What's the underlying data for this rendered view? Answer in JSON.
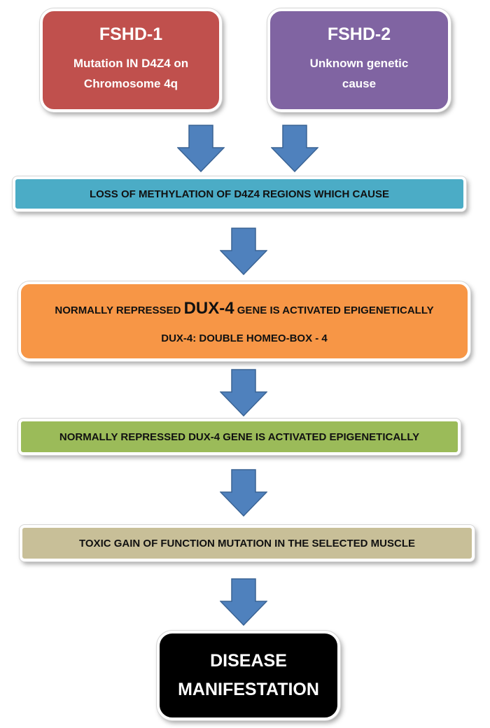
{
  "colors": {
    "fshd1": "#c0504d",
    "fshd2": "#8064a2",
    "loss": "#4bacc6",
    "dux4": "#f79646",
    "activated": "#9bbb59",
    "toxic": "#c8bf98",
    "disease": "#000000",
    "arrow": "#4f81bd"
  },
  "fshd1": {
    "title": "FSHD-1",
    "line1": "Mutation IN D4Z4 on",
    "line2": "Chromosome 4q"
  },
  "fshd2": {
    "title": "FSHD-2",
    "line1": "Unknown genetic",
    "line2": "cause"
  },
  "loss": {
    "text": "LOSS OF METHYLATION OF D4Z4 REGIONS WHICH CAUSE"
  },
  "dux4": {
    "prefix": "NORMALLY REPRESSED",
    "emphasis": "DUX-4",
    "suffix": "GENE IS ACTIVATED EPIGENETICALLY",
    "definition": "DUX-4: DOUBLE HOMEO-BOX - 4"
  },
  "activated": {
    "text": "NORMALLY REPRESSED DUX-4 GENE IS ACTIVATED EPIGENETICALLY"
  },
  "toxic": {
    "text": "TOXIC GAIN OF FUNCTION MUTATION IN THE SELECTED MUSCLE"
  },
  "disease": {
    "line1": "DISEASE",
    "line2": "MANIFESTATION"
  },
  "arrows": [
    "arrow-down-icon",
    "arrow-down-icon",
    "arrow-down-icon",
    "arrow-down-icon",
    "arrow-down-icon",
    "arrow-down-icon"
  ]
}
